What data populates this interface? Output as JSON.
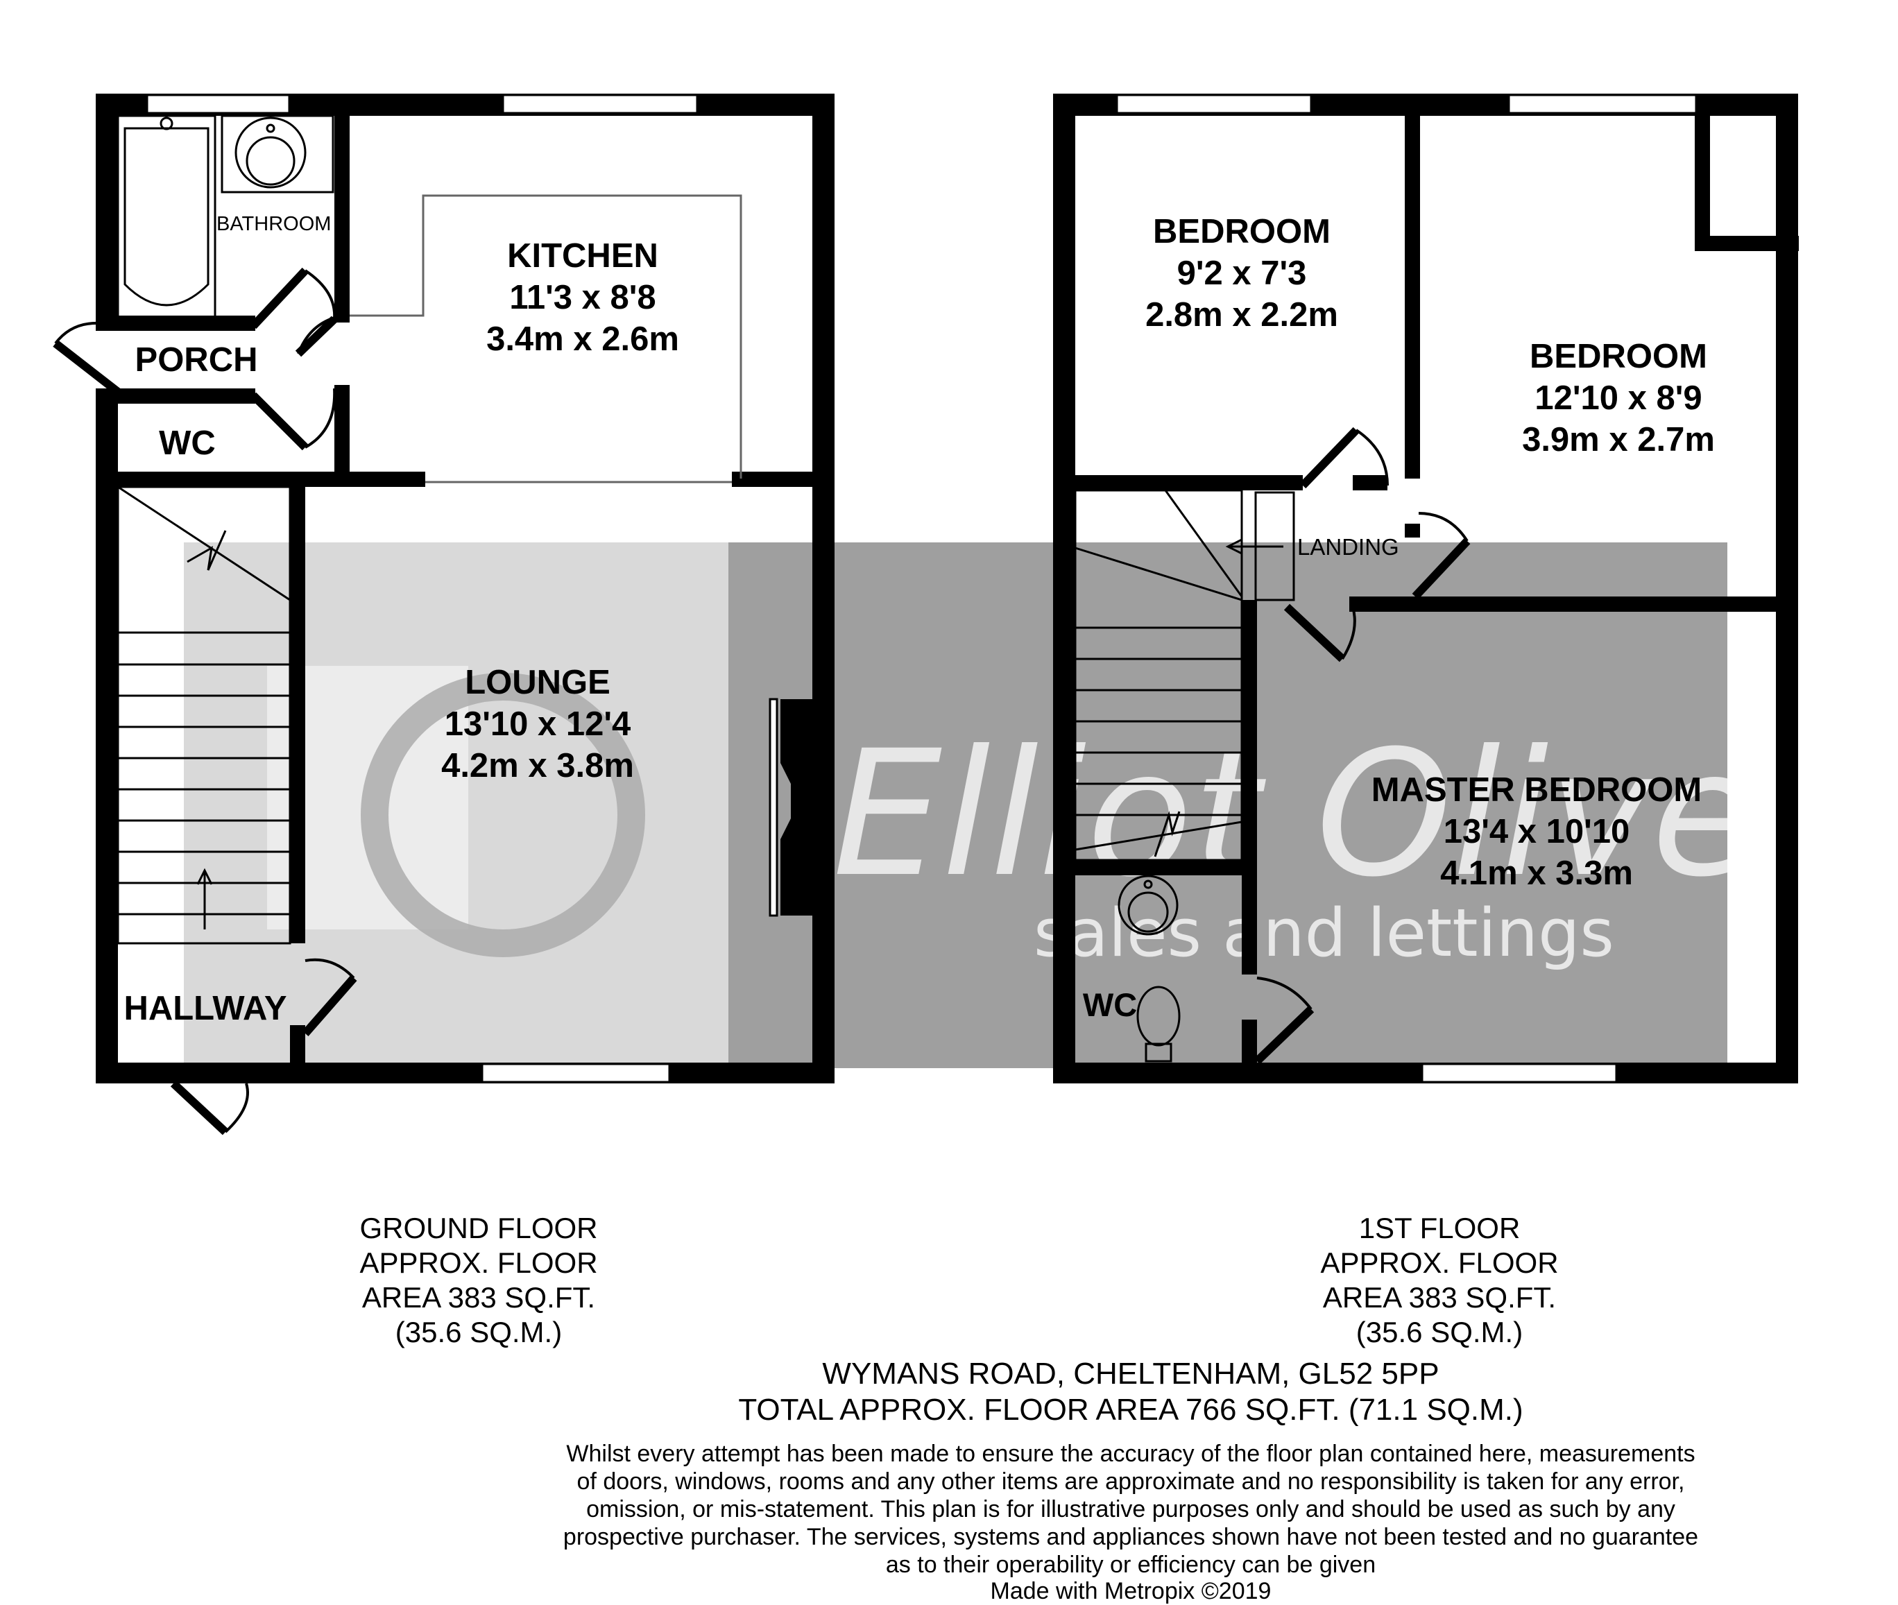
{
  "ground_floor": {
    "rooms": {
      "bathroom": {
        "name": "BATHROOM"
      },
      "kitchen": {
        "name": "KITCHEN",
        "imperial": "11'3 x 8'8",
        "metric": "3.4m x 2.6m"
      },
      "porch": {
        "name": "PORCH"
      },
      "wc": {
        "name": "WC"
      },
      "lounge": {
        "name": "LOUNGE",
        "imperial": "13'10 x 12'4",
        "metric": "4.2m x 3.8m"
      },
      "hallway": {
        "name": "HALLWAY"
      }
    },
    "area": {
      "line1": "GROUND FLOOR",
      "line2": "APPROX. FLOOR",
      "line3": "AREA 383 SQ.FT.",
      "line4": "(35.6 SQ.M.)"
    }
  },
  "first_floor": {
    "rooms": {
      "bedroom_small": {
        "name": "BEDROOM",
        "imperial": "9'2 x 7'3",
        "metric": "2.8m x 2.2m"
      },
      "bedroom_large": {
        "name": "BEDROOM",
        "imperial": "12'10 x 8'9",
        "metric": "3.9m x 2.7m"
      },
      "landing": {
        "name": "LANDING"
      },
      "master": {
        "name": "MASTER BEDROOM",
        "imperial": "13'4 x 10'10",
        "metric": "4.1m x 3.3m"
      },
      "wc": {
        "name": "WC"
      }
    },
    "area": {
      "line1": "1ST FLOOR",
      "line2": "APPROX. FLOOR",
      "line3": "AREA 383 SQ.FT.",
      "line4": "(35.6 SQ.M.)"
    }
  },
  "address": "WYMANS ROAD, CHELTENHAM, GL52 5PP",
  "total_area": "TOTAL APPROX. FLOOR AREA 766 SQ.FT. (71.1 SQ.M.)",
  "disclaimer": [
    "Whilst every attempt has been made to ensure the accuracy of the floor plan contained here, measurements",
    "of doors, windows, rooms and any other items are approximate and no responsibility is taken for any error,",
    "omission, or mis-statement. This plan is for illustrative purposes only and should be used as such by any",
    "prospective purchaser. The services, systems and appliances shown have not been tested and no guarantee",
    "as to their operability or efficiency can be given"
  ],
  "credit": "Made with Metropix ©2019",
  "watermark": {
    "brand": "Elliot Oliver",
    "tagline": "sales and lettings"
  }
}
